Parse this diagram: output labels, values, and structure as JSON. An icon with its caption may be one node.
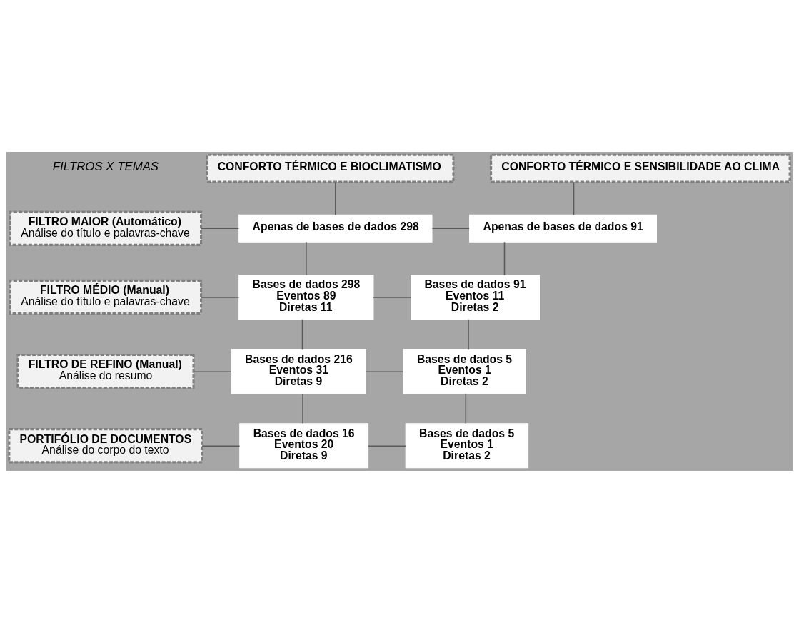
{
  "diagram": {
    "nodes": [
      {
        "text": [
          "CONFORTO TÉRMICO E BIOCLIMATISMO"
        ]
      },
      {
        "text": [
          "CONFORTO TÉRMICO E SENSIBILIDADE AO CLIMA"
        ]
      },
      {
        "text": [
          "FILTRO MAIOR (Automático)",
          "Análise do título e palavras-chave"
        ]
      },
      {
        "text": [
          "Apenas de bases de dados 298"
        ]
      },
      {
        "text": [
          "Apenas de bases de dados 91"
        ]
      },
      {
        "text": [
          "FILTRO MÉDIO (Manual)",
          "Análise do título e palavras-chave"
        ]
      },
      {
        "text": [
          "Bases de dados 298",
          "Eventos 89",
          "Diretas 11"
        ]
      },
      {
        "text": [
          "Bases de dados 91",
          "Eventos 11",
          "Diretas 2"
        ]
      },
      {
        "text": [
          "FILTRO DE REFINO (Manual)",
          "Análise do resumo"
        ]
      },
      {
        "text": [
          "Bases de dados 216",
          "Eventos 31",
          "Diretas 9"
        ]
      },
      {
        "text": [
          "Bases de dados 5",
          "Eventos 1",
          "Diretas 2"
        ]
      },
      {
        "text": [
          "PORTIFÓLIO DE DOCUMENTOS",
          "Análise do corpo do texto"
        ]
      },
      {
        "text": [
          "Bases de dados 16",
          "Eventos 20",
          "Diretas 9"
        ]
      },
      {
        "text": [
          "Bases de dados 5",
          "Eventos 1",
          "Diretas 2"
        ]
      }
    ],
    "edges": [
      {
        "from": 0,
        "to": 3,
        "arrow": "none"
      },
      {
        "from": 3,
        "to": 6,
        "arrow": "none"
      },
      {
        "from": 6,
        "to": 9,
        "arrow": "none"
      },
      {
        "from": 9,
        "to": 12,
        "arrow": "none"
      },
      {
        "from": 1,
        "to": 4,
        "arrow": "none"
      },
      {
        "from": 4,
        "to": 7,
        "arrow": "none"
      },
      {
        "from": 7,
        "to": 10,
        "arrow": "none"
      },
      {
        "from": 10,
        "to": 13,
        "arrow": "none"
      },
      {
        "from": 2,
        "to": 3,
        "arrow": "none"
      },
      {
        "from": 3,
        "to": 4,
        "arrow": "none"
      },
      {
        "from": 5,
        "to": 6,
        "arrow": "none"
      },
      {
        "from": 6,
        "to": 7,
        "arrow": "none"
      },
      {
        "from": 8,
        "to": 9,
        "arrow": "none"
      },
      {
        "from": 9,
        "to": 10,
        "arrow": "none"
      },
      {
        "from": 11,
        "to": 12,
        "arrow": "none"
      },
      {
        "from": 12,
        "to": 13,
        "arrow": "none"
      }
    ],
    "labels": [
      "FILTROS X TEMAS"
    ]
  }
}
